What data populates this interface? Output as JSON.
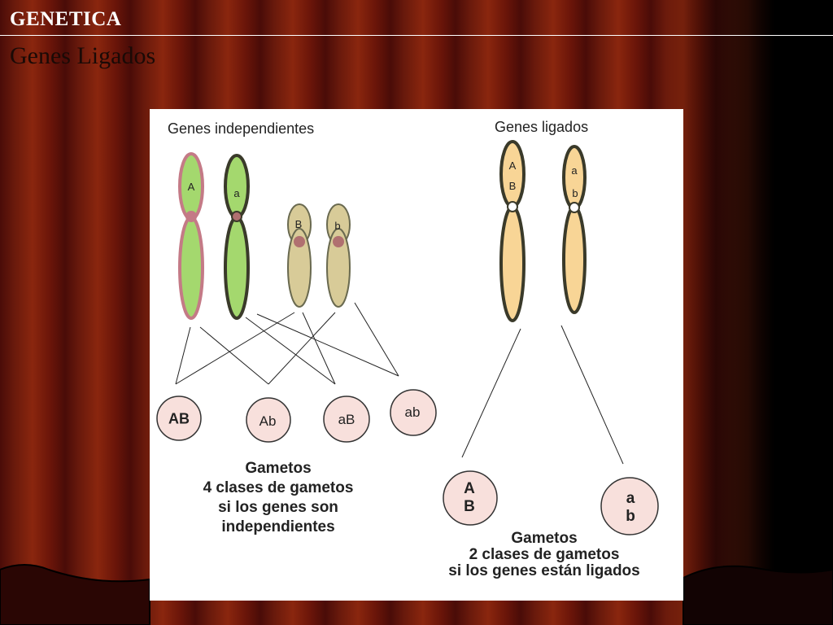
{
  "slide": {
    "header_title": "GENETICA",
    "subtitle": "Genes Ligados"
  },
  "diagram": {
    "independent": {
      "heading": "Genes independientes",
      "chromosome_labels": [
        "A",
        "a",
        "B",
        "b"
      ],
      "gametes": [
        "AB",
        "Ab",
        "aB",
        "ab"
      ],
      "caption_title": "Gametos",
      "caption_lines": [
        "4 clases de gametos",
        "si los genes son",
        "independientes"
      ]
    },
    "linked": {
      "heading": "Genes ligados",
      "chromosome1_labels": [
        "A",
        "B"
      ],
      "chromosome2_labels": [
        "a",
        "b"
      ],
      "gametes": [
        [
          "A",
          "B"
        ],
        [
          "a",
          "b"
        ]
      ],
      "caption_title": "Gametos",
      "caption_lines": [
        "2 clases de gametos",
        "si los genes están ligados"
      ]
    }
  },
  "colors": {
    "green_chromosome": "#a4d86e",
    "tan_chromosome": "#d8cb98",
    "peach_chromosome": "#f8d596",
    "gamete_fill": "#f8e0dc",
    "pink_outline": "#c47a86",
    "dark_outline": "#3a3a2a"
  }
}
